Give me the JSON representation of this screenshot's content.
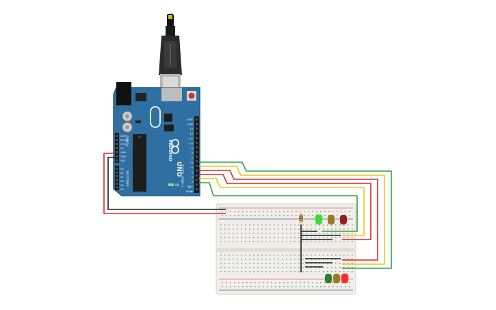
{
  "board": {
    "brand": "ARDUINO",
    "model": "UNO",
    "header_digital": [
      "AREF",
      "GND",
      "13",
      "12",
      "~11",
      "~10",
      "~9",
      "8",
      "7",
      "~6",
      "~5",
      "4",
      "~3",
      "2",
      "TX▶1",
      "RX◀0"
    ],
    "header_power": [
      "IOREF",
      "RESET",
      "3.3V",
      "5V",
      "GND",
      "GND",
      "VIN"
    ],
    "header_analog": [
      "A0",
      "A1",
      "A2",
      "A3",
      "A4",
      "A5"
    ],
    "section_digital": "DIGITAL (PWM~)",
    "section_power": "POWER",
    "section_analog": "ANALOG IN",
    "on_label": "ON"
  },
  "colors": {
    "board": "#2f6fa1",
    "board_edge": "#235a86",
    "wire_green": "#2ea043",
    "wire_yellow": "#e6c619",
    "wire_red": "#d9262a",
    "wire_black": "#1a1a1a",
    "breadboard": "#f0eeea",
    "led_green": "#3ddc3d",
    "led_yellow": "#9c7a25",
    "led_red": "#9b1c1c",
    "led_red_on": "#ff2d2d"
  },
  "icons": {
    "usb_cable": "usb-cable-icon",
    "reset_button": "reset-button-icon",
    "chip": "chip-icon"
  }
}
